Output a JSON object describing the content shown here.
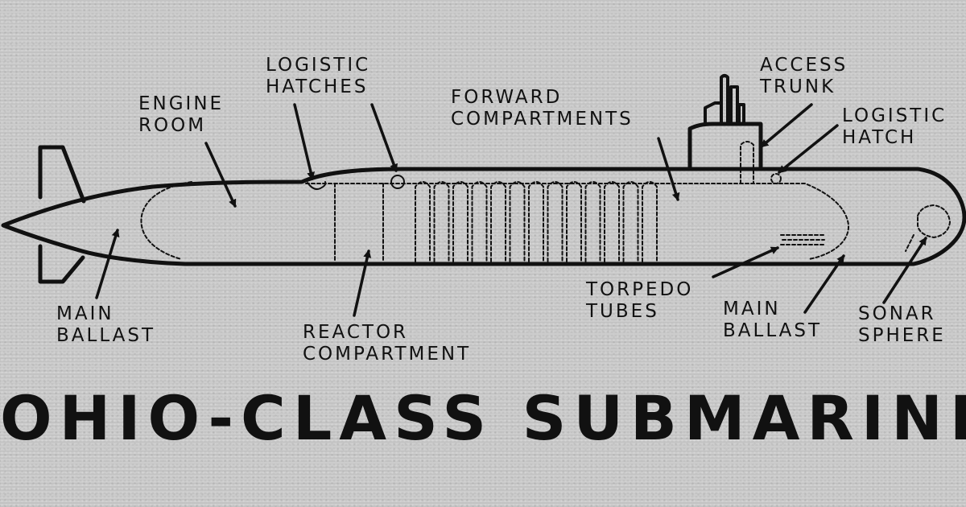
{
  "title": "OHIO-CLASS SUBMARINE",
  "colors": {
    "ink": "#111111",
    "background": "#c9c9c9"
  },
  "labels": {
    "engine_room": [
      "ENGINE",
      "ROOM"
    ],
    "logistic_hatches": [
      "LOGISTIC",
      "HATCHES"
    ],
    "forward_compartments": [
      "FORWARD",
      "COMPARTMENTS"
    ],
    "access_trunk": [
      "ACCESS",
      "TRUNK"
    ],
    "logistic_hatch": [
      "LOGISTIC",
      "HATCH"
    ],
    "main_ballast_aft": [
      "MAIN",
      "BALLAST"
    ],
    "reactor_compartment": [
      "REACTOR",
      "COMPARTMENT"
    ],
    "torpedo_tubes": [
      "TORPEDO",
      "TUBES"
    ],
    "main_ballast_fwd": [
      "MAIN",
      "BALLAST"
    ],
    "sonar_sphere": [
      "SONAR",
      "SPHERE"
    ]
  }
}
